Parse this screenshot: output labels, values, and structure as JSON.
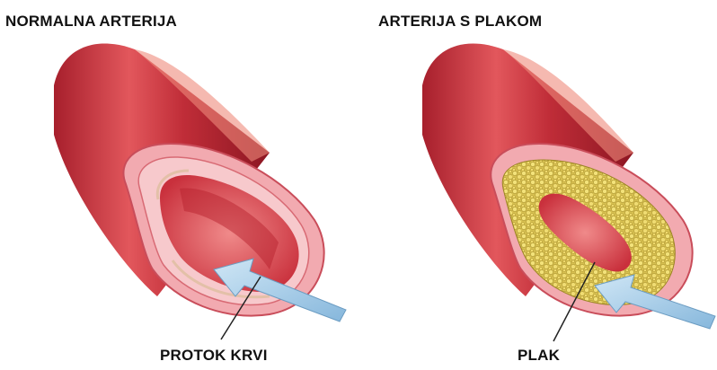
{
  "titles": {
    "normal_artery": "NORMALNA ARTERIJA",
    "plaque_artery": "ARTERIJA S PLAKOM"
  },
  "labels": {
    "blood_flow": "PROTOK KRVI",
    "plaque": "PLAK"
  },
  "colors": {
    "artery_dark": "#9e1e2a",
    "artery_mid": "#d2404a",
    "artery_light": "#f0a0a0",
    "lumen": "#e0606a",
    "wall_pink": "#f6c0c4",
    "plaque_yellow": "#e8d060",
    "arrow_blue": "#a8cfe8"
  }
}
